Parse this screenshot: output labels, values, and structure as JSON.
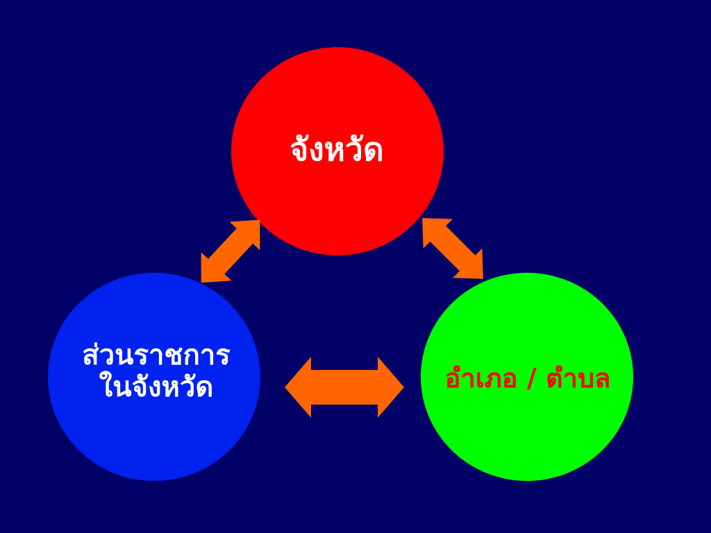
{
  "background_color": "#000066",
  "arrow_color": "#ff6600",
  "nodes": {
    "top": {
      "label": "จังหวัด",
      "fill": "#ff0000",
      "text_color": "#ffffff"
    },
    "left": {
      "line1": "ส่วนราชการ",
      "line2": "ในจังหวัด",
      "fill": "#0022ee",
      "text_color": "#ffffff"
    },
    "right": {
      "label": "อำเภอ / ตำบล",
      "fill": "#00ff00",
      "text_color": "#ff0000"
    }
  }
}
